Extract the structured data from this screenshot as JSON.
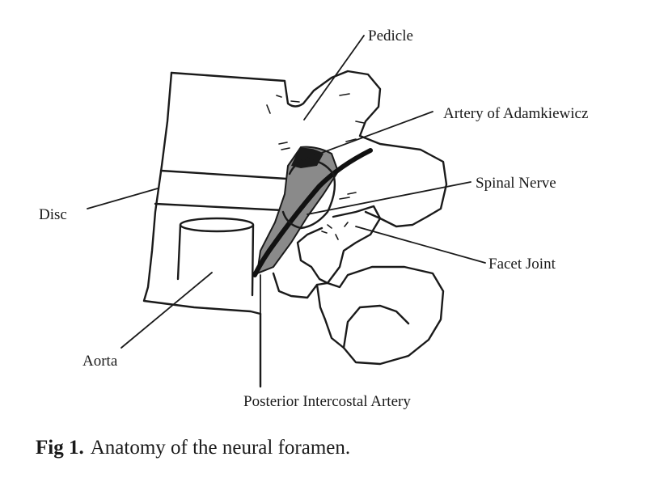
{
  "labels": {
    "pedicle": "Pedicle",
    "artery_adamkiewicz": "Artery of Adamkiewicz",
    "spinal_nerve": "Spinal Nerve",
    "disc": "Disc",
    "facet_joint": "Facet Joint",
    "aorta": "Aorta",
    "posterior_intercostal_artery": "Posterior Intercostal Artery"
  },
  "caption": {
    "figure_number": "Fig 1.",
    "text": "Anatomy of the neural foramen."
  }
}
